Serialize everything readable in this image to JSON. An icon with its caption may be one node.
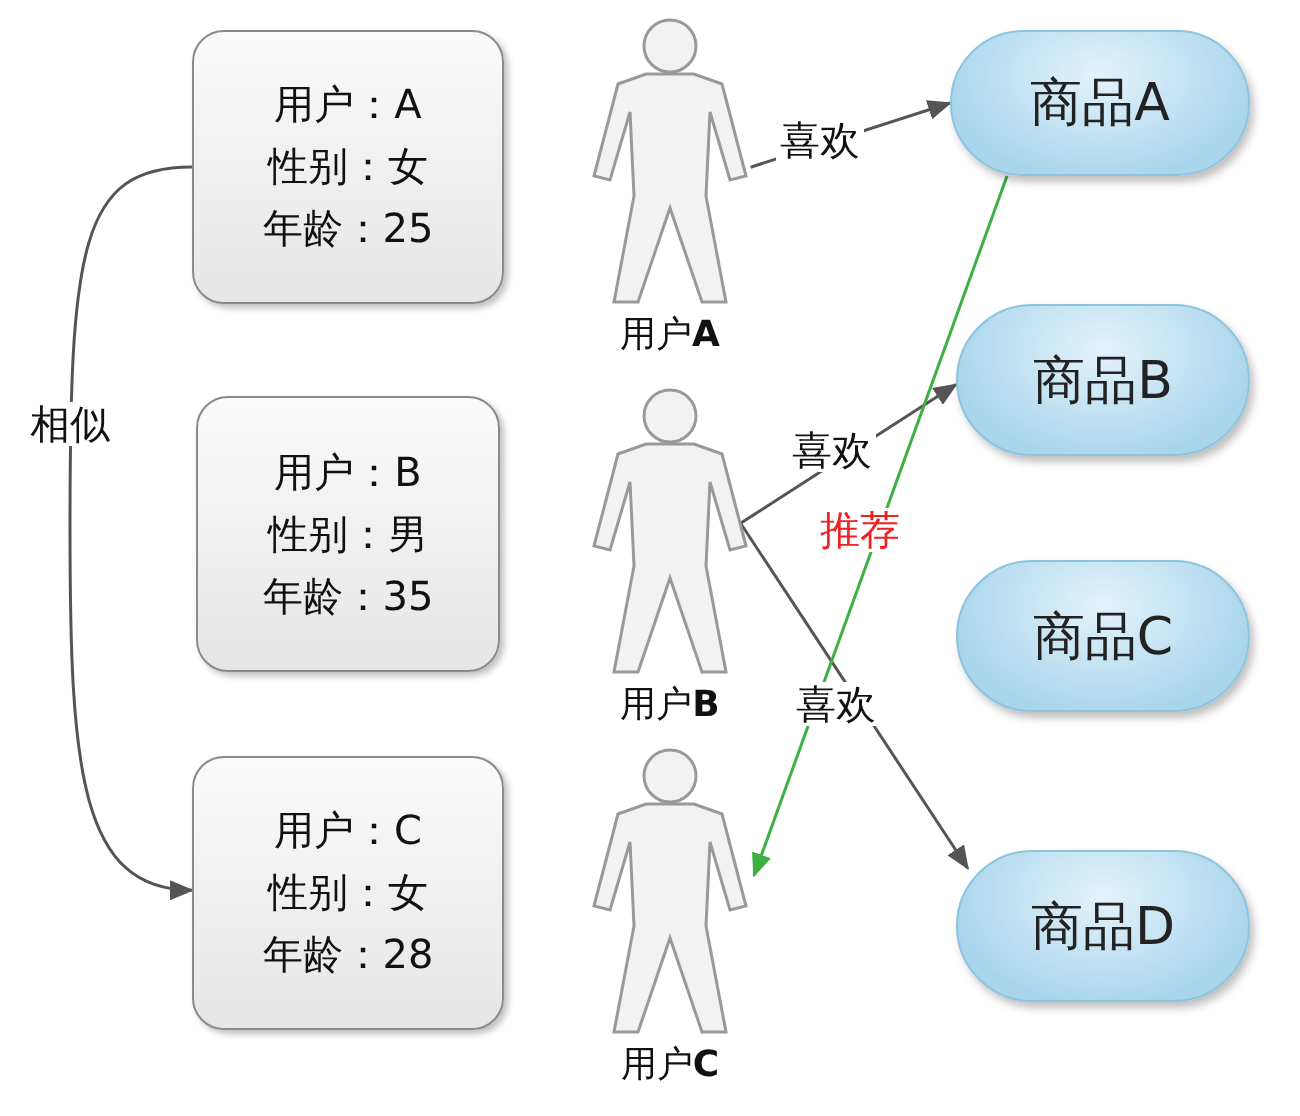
{
  "diagram": {
    "nodes": [
      {
        "text": [
          "用户：A",
          "性别：女",
          "年龄：25"
        ]
      },
      {
        "text": [
          "用户：B",
          "性别：男",
          "年龄：35"
        ]
      },
      {
        "text": [
          "用户：C",
          "性别：女",
          "年龄：28"
        ]
      },
      {
        "text": [
          "用户**A**"
        ]
      },
      {
        "text": [
          "用户**B**"
        ]
      },
      {
        "text": [
          "用户**C**"
        ]
      },
      {
        "text": [
          "商品A"
        ]
      },
      {
        "text": [
          "商品B"
        ]
      },
      {
        "text": [
          "商品C"
        ]
      },
      {
        "text": [
          "商品D"
        ]
      }
    ],
    "edges": [
      {
        "from": 0,
        "to": 2,
        "arrow": "to",
        "label": "相似"
      },
      {
        "from": 3,
        "to": 6,
        "arrow": "to",
        "label": "喜欢"
      },
      {
        "from": 4,
        "to": 7,
        "arrow": "to",
        "label": "喜欢"
      },
      {
        "from": 4,
        "to": 9,
        "arrow": "to",
        "label": "喜欢"
      },
      {
        "from": 6,
        "to": 5,
        "arrow": "to",
        "label": "推荐",
        "color": "#3cb043"
      }
    ]
  }
}
